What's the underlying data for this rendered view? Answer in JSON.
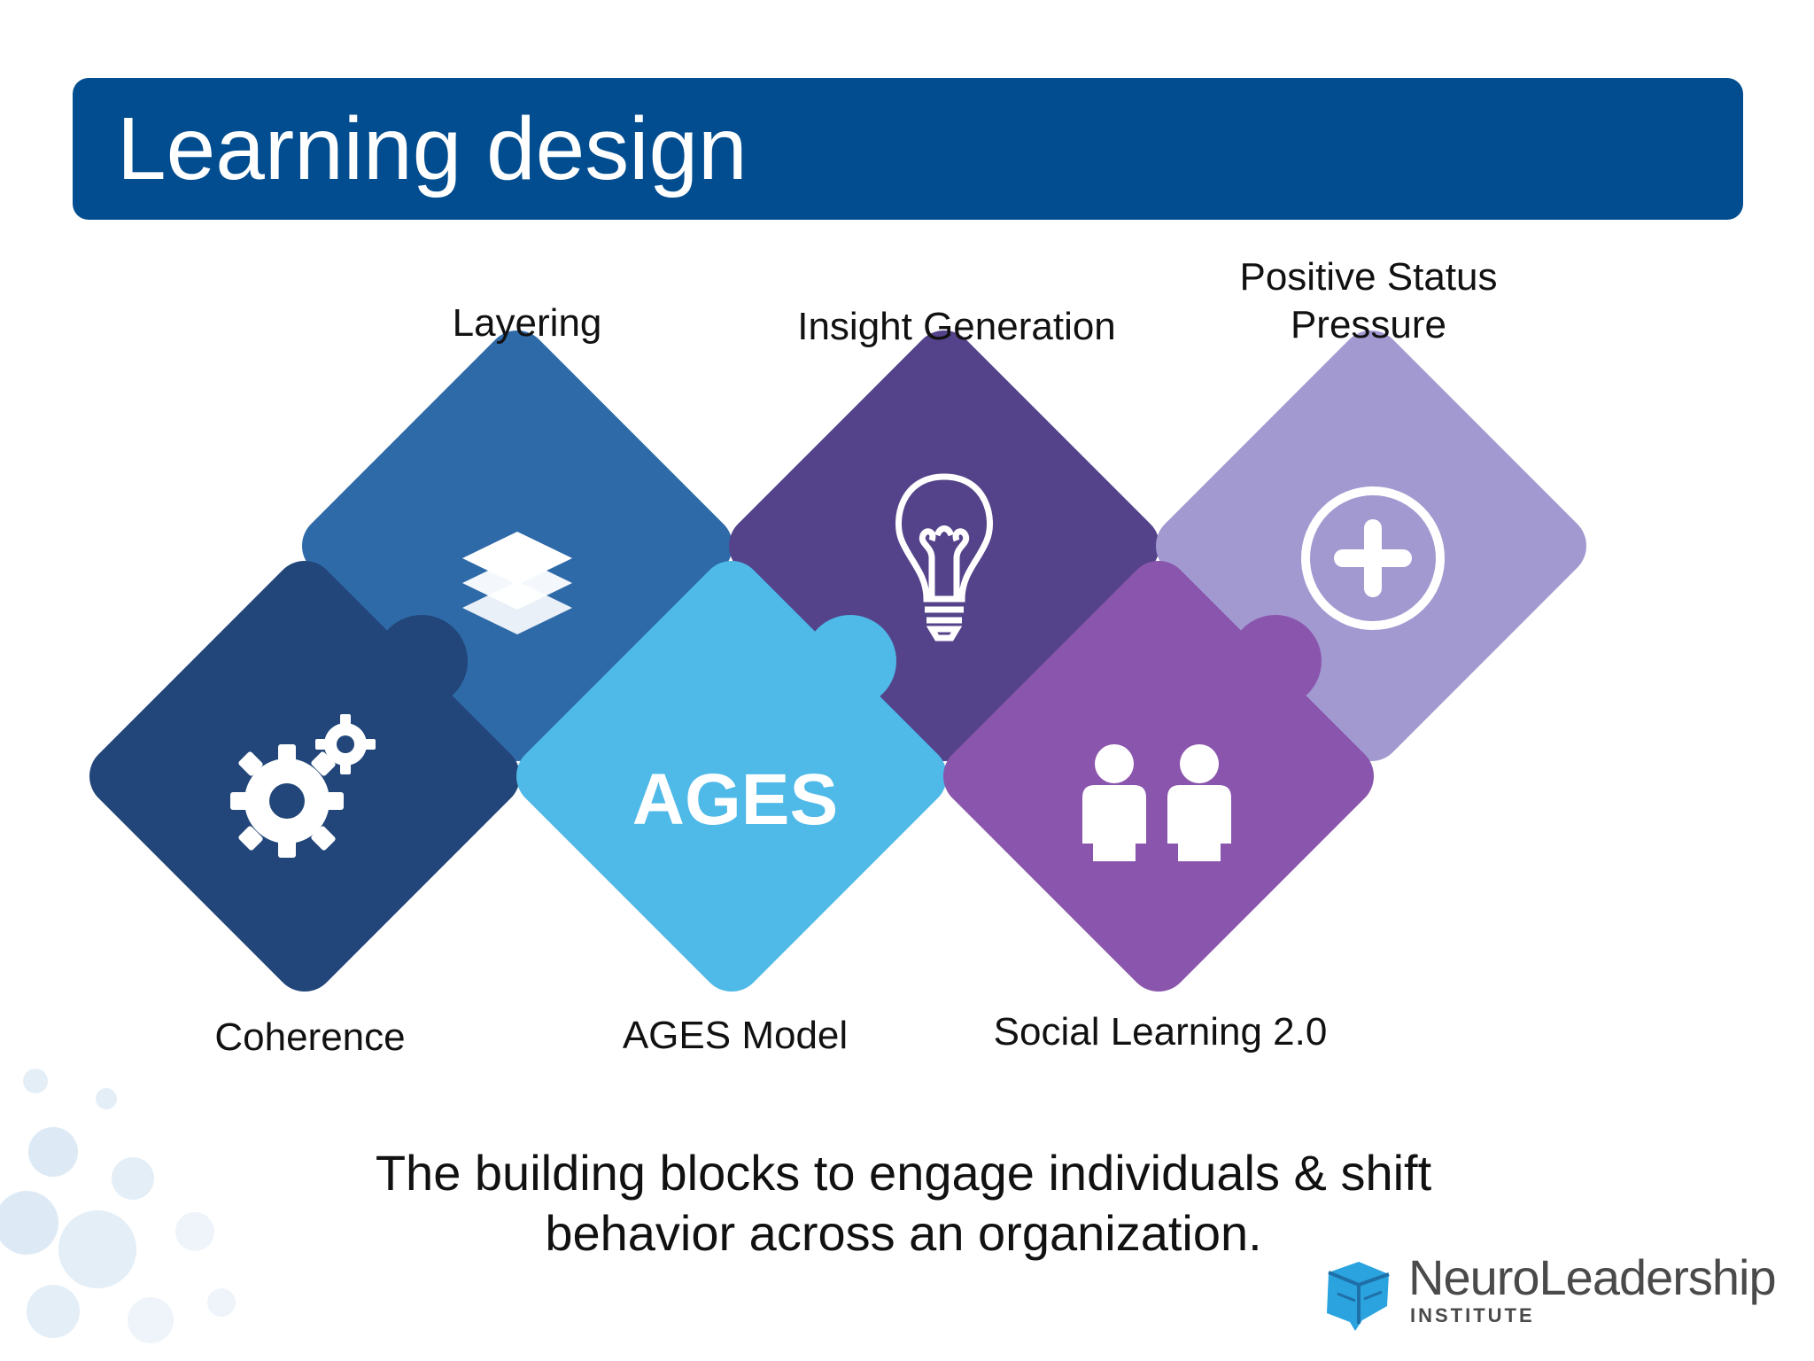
{
  "slide": {
    "title": "Learning design",
    "tagline_line1": "The building blocks to engage individuals & shift",
    "tagline_line2": "behavior across an organization."
  },
  "pieces": [
    {
      "id": "layering",
      "label": "Layering",
      "icon": "layers-icon",
      "color": "#2f6aa8"
    },
    {
      "id": "insight",
      "label": "Insight Generation",
      "icon": "lightbulb-icon",
      "color": "#54438a"
    },
    {
      "id": "status",
      "label_line1": "Positive Status",
      "label_line2": "Pressure",
      "icon": "plus-circle-icon",
      "color": "#a299d1"
    },
    {
      "id": "coherence",
      "label": "Coherence",
      "icon": "gears-icon",
      "color": "#22467a"
    },
    {
      "id": "ages",
      "label": "AGES Model",
      "icon_text": "AGES",
      "color": "#4fb9e8"
    },
    {
      "id": "social",
      "label": "Social Learning 2.0",
      "icon": "people-icon",
      "color": "#8a55ad"
    }
  ],
  "logo": {
    "word": "NeuroLeadership",
    "sub": "INSTITUTE",
    "icon": "brain-cube-icon",
    "color": "#2aa3df"
  },
  "colors": {
    "banner": "#024d8f",
    "decor_dots": "#dbe9f5"
  }
}
